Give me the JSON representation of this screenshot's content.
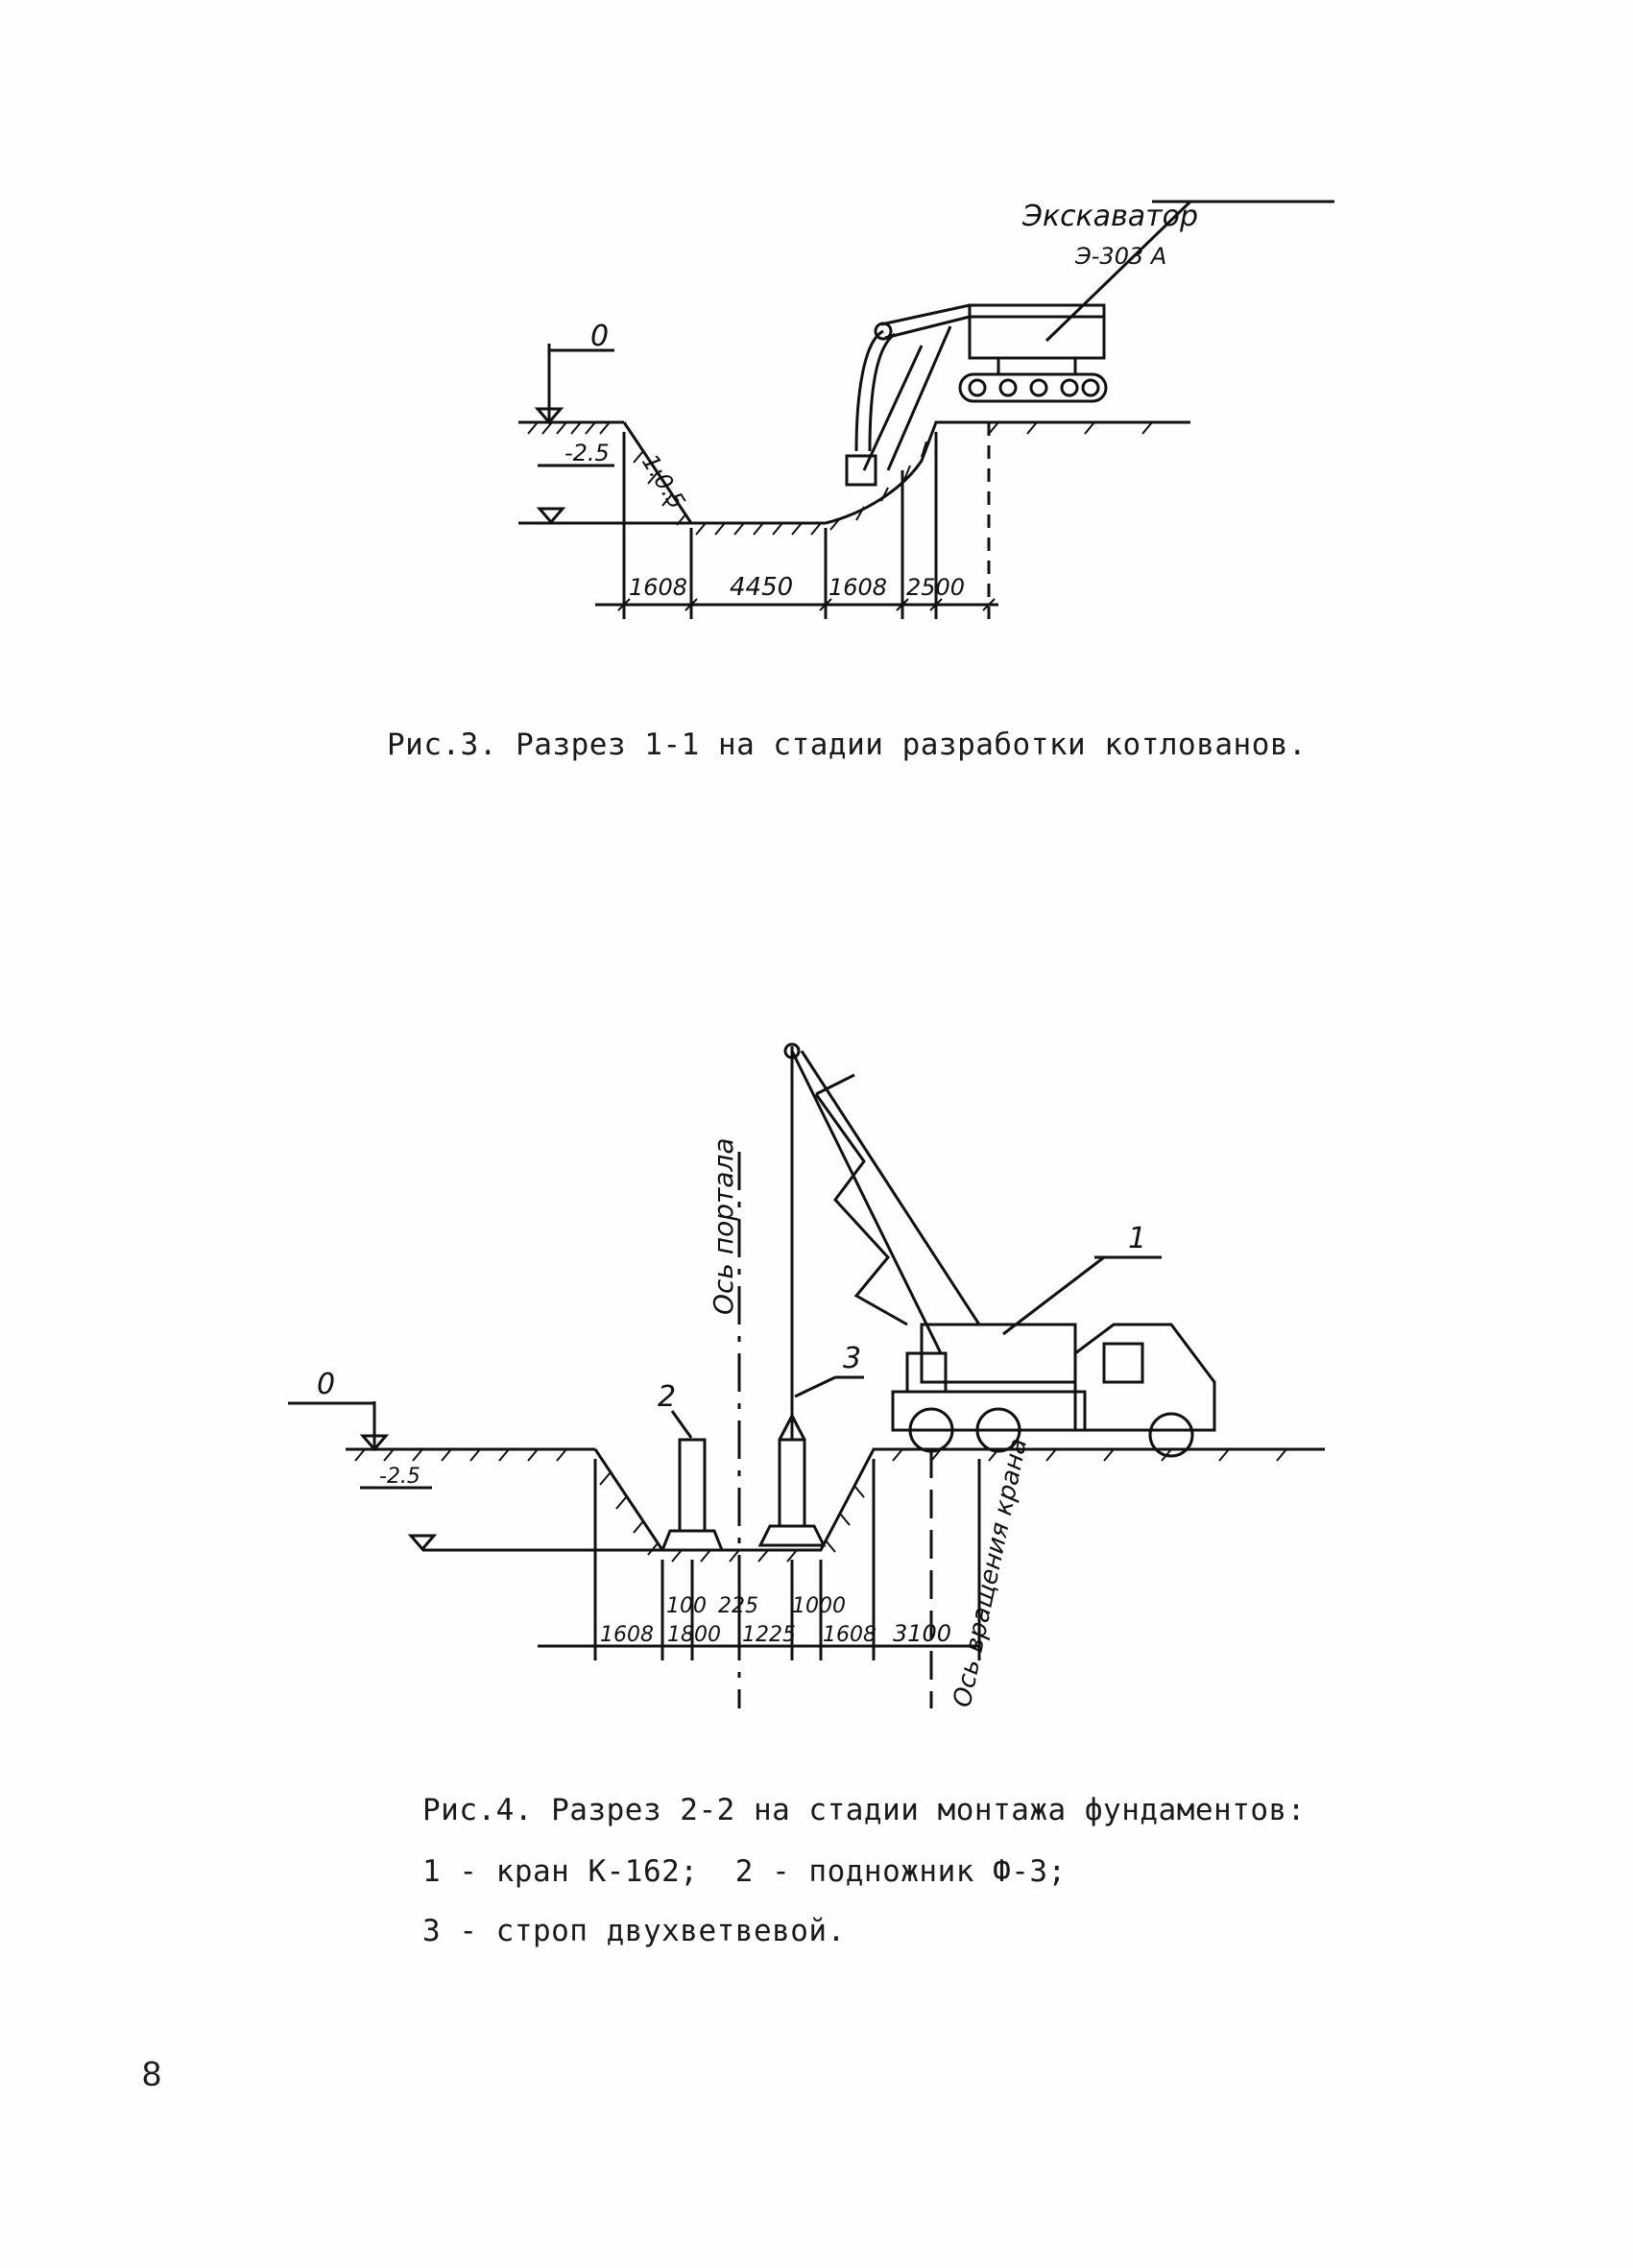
{
  "fig3": {
    "excavator_label": "Экскаватор",
    "excavator_model": "Э-303 А",
    "level_top": "0",
    "level_bottom": "-2.5",
    "slope": "1:0.5",
    "dims": [
      "1608",
      "4450",
      "1608",
      "2500"
    ],
    "caption": "Рис.3. Разрез 1-1 на стадии разработки котлованов."
  },
  "fig4": {
    "level_top": "0",
    "level_bottom": "-2.5",
    "axis_portal": "Ось портала",
    "axis_channel": "Ось вращения крана",
    "callouts": [
      "1",
      "2",
      "3"
    ],
    "dims_top": [
      "100",
      "225",
      "1000"
    ],
    "dims_bottom": [
      "1608",
      "1800",
      "1225",
      "1608",
      "3100"
    ],
    "caption_line1": "Рис.4. Разрез 2-2 на стадии монтажа фундаментов:",
    "caption_line2": "1 - кран К-162;  2 - подножник Ф-3;",
    "caption_line3": "3 - строп двухветвевой."
  },
  "page_number": "8"
}
